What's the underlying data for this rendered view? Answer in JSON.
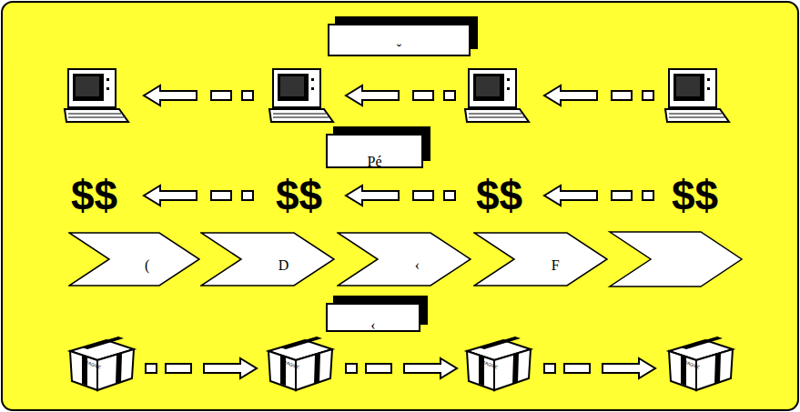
{
  "diagram": {
    "nodes": [
      {
        "text": [
          "ˇ"
        ]
      },
      {
        "text": [
          "Pé"
        ]
      },
      {
        "text": [
          "("
        ]
      },
      {
        "text": [
          "D"
        ]
      },
      {
        "text": [
          "‹"
        ]
      },
      {
        "text": [
          "F"
        ]
      },
      {
        "text": [
          "‹"
        ]
      }
    ],
    "labels": [
      "$$",
      "$$",
      "$$",
      "$$",
      "FRAGILE",
      "FRAGILE",
      "FRAGILE",
      "FRAGILE"
    ]
  }
}
